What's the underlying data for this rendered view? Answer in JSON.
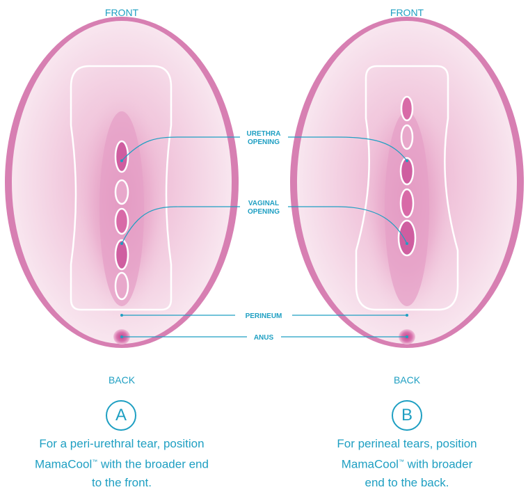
{
  "panels": [
    {
      "front": "FRONT",
      "back": "BACK",
      "letter": "A",
      "caption_line1": "For a peri-urethral tear, position",
      "caption_brand": "MamaCool",
      "caption_tm": "™",
      "caption_line2_rest": " with the broader end",
      "caption_line3": "to the front."
    },
    {
      "front": "FRONT",
      "back": "BACK",
      "letter": "B",
      "caption_line1": "For perineal tears, position",
      "caption_brand": "MamaCool",
      "caption_tm": "™",
      "caption_line2_rest": " with broader",
      "caption_line3": "end to the back."
    }
  ],
  "labels": {
    "urethra_line1": "URETHRA",
    "urethra_line2": "OPENING",
    "vaginal_line1": "VAGINAL",
    "vaginal_line2": "OPENING",
    "perineum": "PERINEUM",
    "anus": "ANUS"
  },
  "colors": {
    "accent": "#1e9fc2",
    "outer_pink": "#d77fb2",
    "soft_pink": "#f6dcea",
    "mid_pink": "#e9a6c9",
    "outline": "#ffffff"
  }
}
